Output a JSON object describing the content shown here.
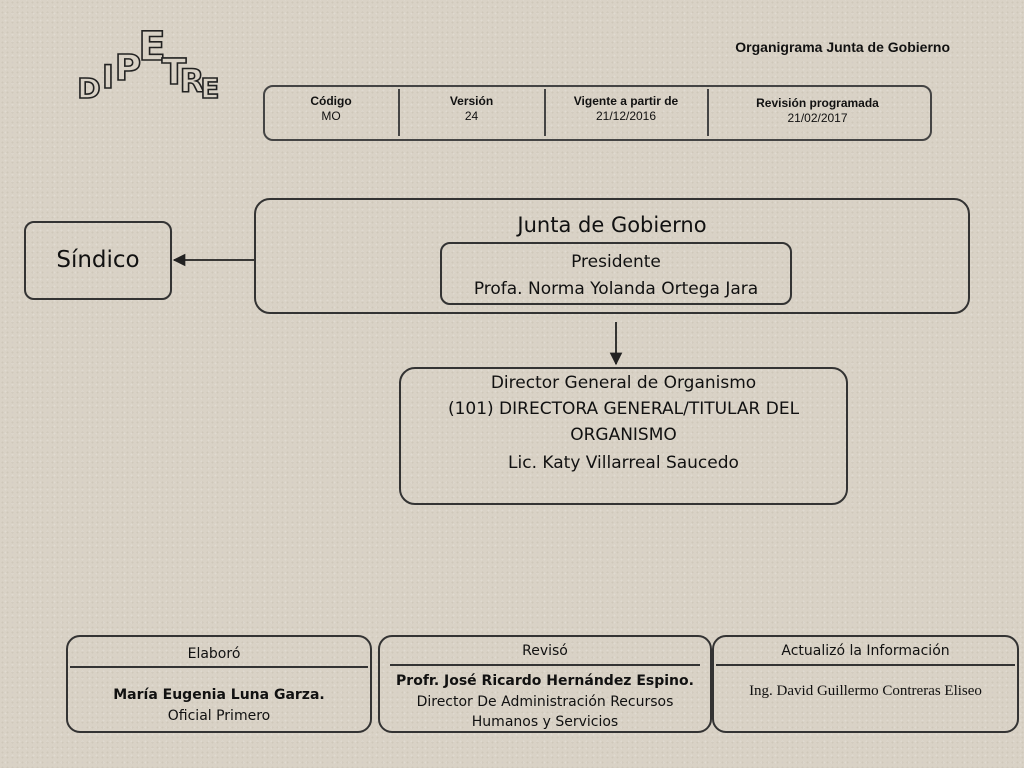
{
  "header": {
    "logo_text": "DIPETRE",
    "title": "Organigrama  Junta de Gobierno",
    "meta": [
      {
        "label": "Código",
        "value": "MO"
      },
      {
        "label": "Versión",
        "value": "24"
      },
      {
        "label": "Vigente a partir de",
        "value": "21/12/2016"
      },
      {
        "label": "Revisión programada",
        "value": "21/02/2017"
      }
    ]
  },
  "diagram": {
    "sindico": "Síndico",
    "junta_title": "Junta de Gobierno",
    "presidente_role": "Presidente",
    "presidente_name": "Profa. Norma Yolanda Ortega Jara",
    "director_lines": [
      "Director General de Organismo",
      "(101) DIRECTORA GENERAL/TITULAR DEL",
      "ORGANISMO",
      "Lic. Katy Villarreal Saucedo"
    ]
  },
  "footer": {
    "elaboro": {
      "label": "Elaboró",
      "name": "María Eugenia Luna Garza.",
      "position": "Oficial Primero"
    },
    "reviso": {
      "label": "Revisó",
      "name": "Profr. José Ricardo Hernández Espino.",
      "position_line1": "Director De Administración Recursos",
      "position_line2": "Humanos y Servicios"
    },
    "actualizo": {
      "label": "Actualizó la Información",
      "name": "Ing. David Guillermo Contreras Eliseo"
    }
  },
  "colors": {
    "background": "#d9d2c6",
    "stroke": "#333333"
  }
}
